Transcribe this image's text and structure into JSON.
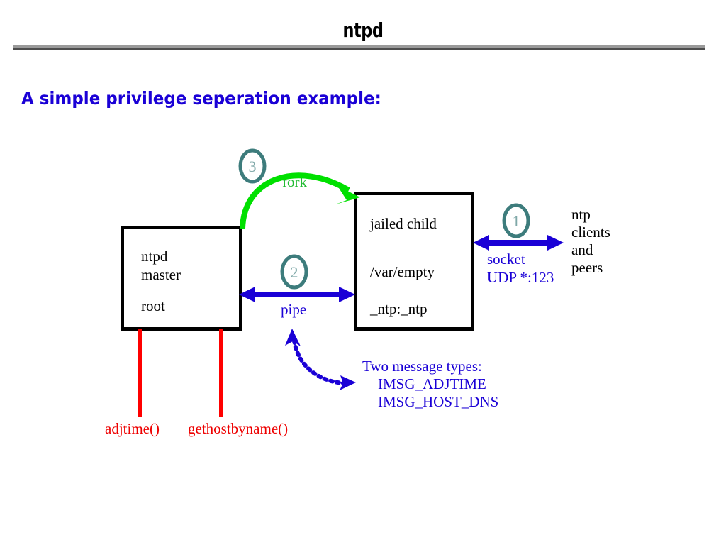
{
  "header": {
    "title": "ntpd",
    "rule_color_top": "#9a9a9a",
    "rule_color_bottom": "#4d4d4d"
  },
  "subtitle": {
    "text": "A simple privilege seperation example:",
    "color": "#1a00d6"
  },
  "diagram": {
    "master_box": {
      "line1": "ntpd",
      "line2": "master",
      "line3": "root",
      "border_color": "#000000"
    },
    "child_box": {
      "line1": "jailed child",
      "line2": "/var/empty",
      "line3": "_ntp:_ntp",
      "border_color": "#000000"
    },
    "external": {
      "line1": "ntp",
      "line2": "clients",
      "line3": "and",
      "line4": "peers"
    },
    "arrows": {
      "fork": {
        "label": "fork",
        "color": "#00e000",
        "badge": "3",
        "style": "curved-arc"
      },
      "pipe": {
        "label": "pipe",
        "color": "#1a00d6",
        "badge": "2",
        "style": "double-headed"
      },
      "socket": {
        "label_line1": "socket",
        "label_line2": "UDP *:123",
        "color": "#1a00d6",
        "badge": "1",
        "style": "double-headed"
      },
      "message_pointer": {
        "color": "#1a00d6",
        "style": "dotted-curve-double-headed"
      }
    },
    "badge_color": "#3d7c7c",
    "badge_digit_color": "#7fa8a8",
    "messages": {
      "heading": "Two message types:",
      "item1": "IMSG_ADJTIME",
      "item2": "IMSG_HOST_DNS",
      "color": "#1a00d6"
    },
    "syscalls": {
      "left_label": "adjtime()",
      "right_label": "gethostbyname()",
      "color": "#ee0000"
    }
  }
}
